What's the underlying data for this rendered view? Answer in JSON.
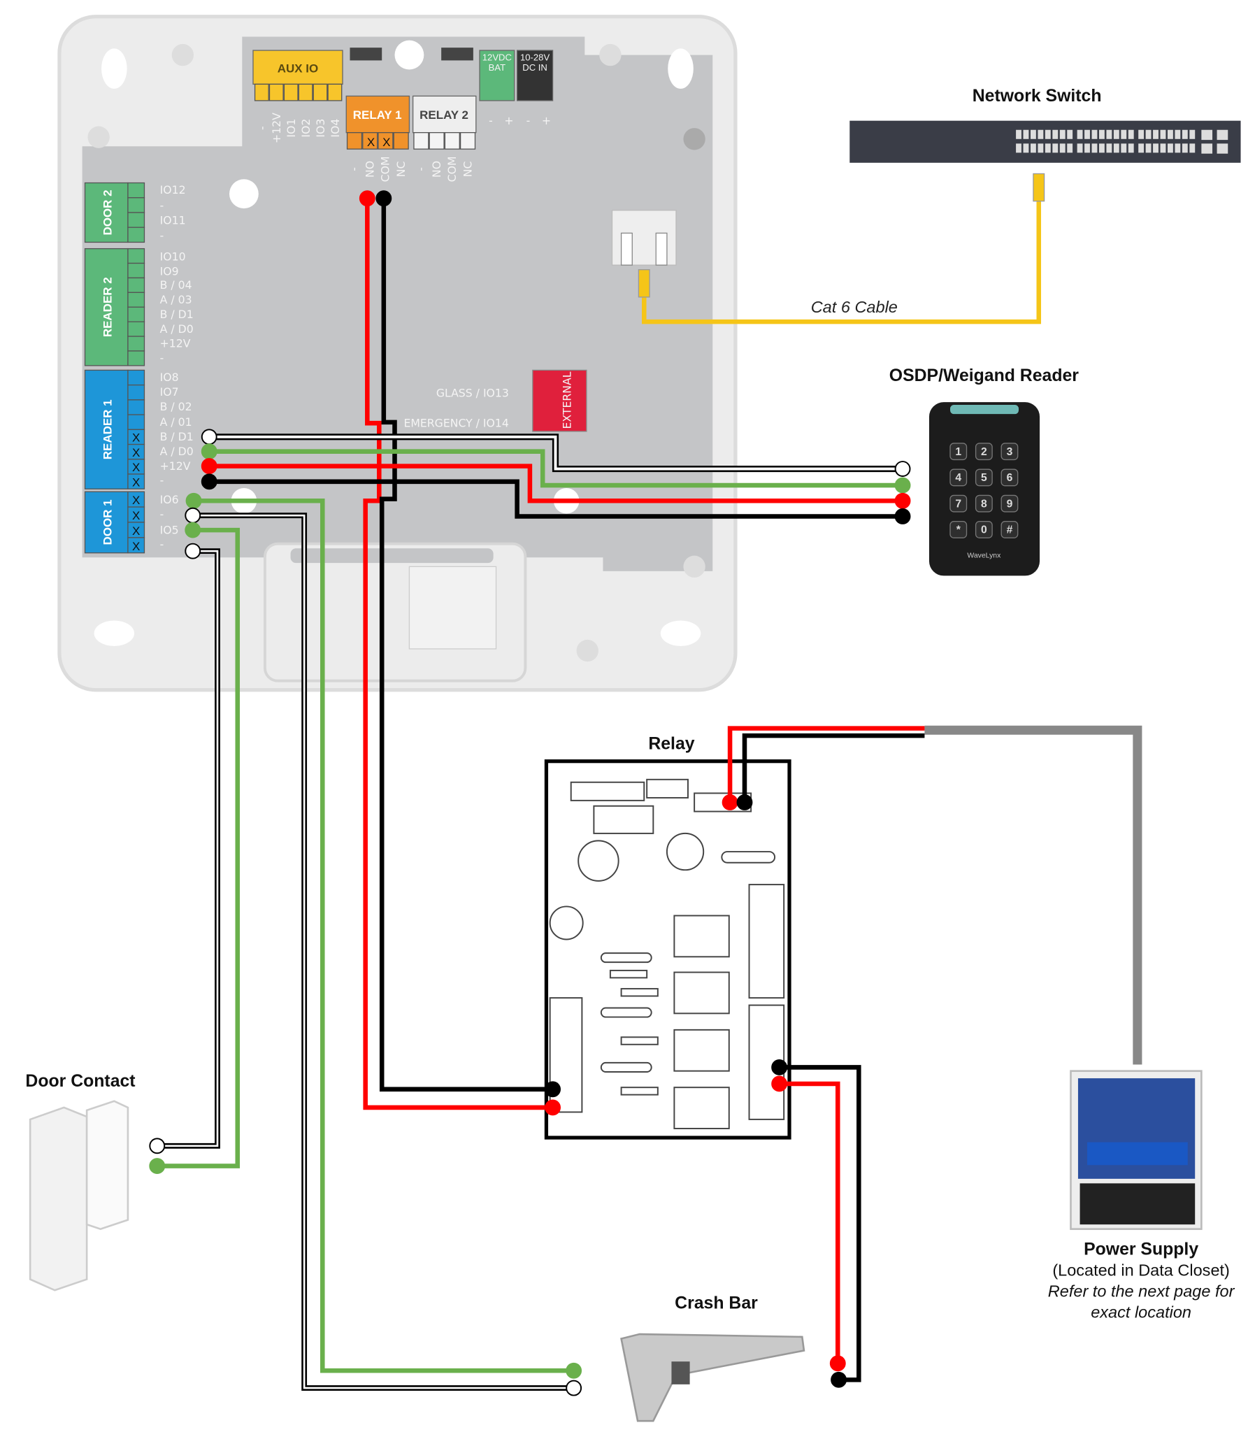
{
  "labels": {
    "network_switch": "Network Switch",
    "cat6": "Cat 6 Cable",
    "reader": "OSDP/Weigand Reader",
    "relay": "Relay",
    "door_contact": "Door Contact",
    "crash_bar": "Crash Bar",
    "power_supply": "Power Supply",
    "power_supply_location": "(Located in Data Closet)",
    "power_supply_note_1": "Refer to the next page for",
    "power_supply_note_2": "exact location"
  },
  "controller": {
    "aux_io": "AUX IO",
    "aux_pins": [
      "-",
      "+12V",
      "IO1",
      "IO2",
      "IO3",
      "IO4"
    ],
    "relay1": "RELAY 1",
    "relay2": "RELAY 2",
    "relay1_marks": [
      "X",
      "X"
    ],
    "relay_pins": [
      "-",
      "NO",
      "COM",
      "NC"
    ],
    "bat": "12VDC BAT",
    "dcin": "10-28V DC IN",
    "power_pins": [
      "-",
      "+"
    ],
    "external": "EXTERNAL",
    "glass": "GLASS / IO13",
    "emergency": "EMERGENCY / IO14",
    "blocks": [
      {
        "name": "DOOR 2",
        "color": "#5cb87a",
        "pins": [
          "IO12",
          "-",
          "IO11",
          "-"
        ]
      },
      {
        "name": "READER 2",
        "color": "#5cb87a",
        "pins": [
          "IO10",
          "IO9",
          "B / 04",
          "A / 03",
          "B / D1",
          "A / D0",
          "+12V",
          "-"
        ]
      },
      {
        "name": "READER 1",
        "color": "#1e96d8",
        "pins": [
          "IO8",
          "IO7",
          "B / 02",
          "A / 01",
          "B / D1",
          "A / D0",
          "+12V",
          "-"
        ]
      },
      {
        "name": "DOOR 1",
        "color": "#1e96d8",
        "pins": [
          "IO6",
          "-",
          "IO5",
          "-"
        ]
      }
    ],
    "used_pin_mark": "X"
  },
  "reader_device": {
    "keys": [
      "1",
      "2",
      "3",
      "4",
      "5",
      "6",
      "7",
      "8",
      "9",
      "*",
      "0",
      "#"
    ],
    "brand": "WaveLynx"
  },
  "colors": {
    "red_wire": "#ff0000",
    "black_wire": "#000000",
    "green_wire": "#6ab04c",
    "white_wire": "#ffffff",
    "cat6": "#f5c518",
    "power_feed": "#888888",
    "aux_io": "#f7c52b",
    "relay1": "#f0922b",
    "external": "#e0203c"
  }
}
